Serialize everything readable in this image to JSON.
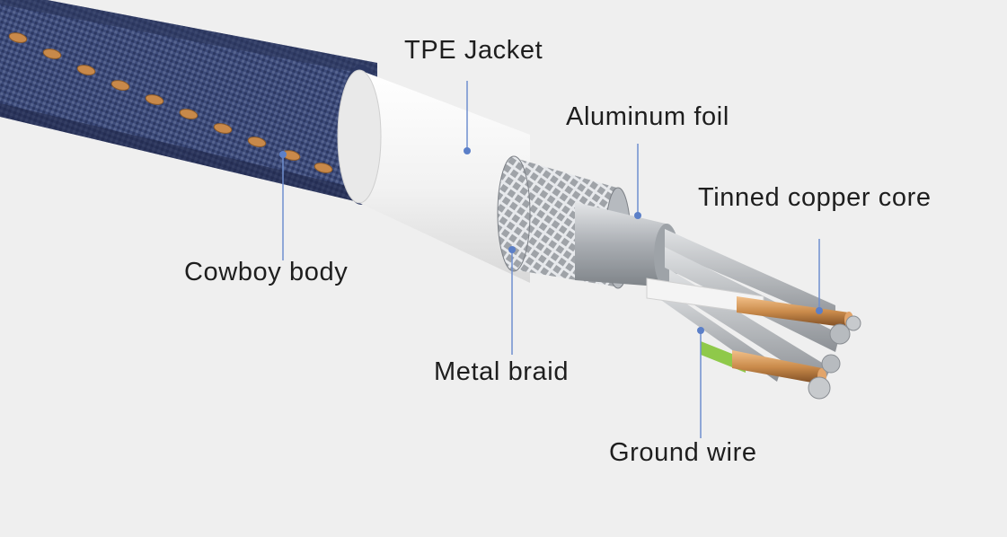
{
  "labels": {
    "tpe_jacket": "TPE Jacket",
    "aluminum_foil": "Aluminum foil",
    "tinned_copper_core": "Tinned copper core",
    "cowboy_body": "Cowboy body",
    "metal_braid": "Metal braid",
    "ground_wire": "Ground wire"
  },
  "colors": {
    "background": "#efefef",
    "denim": "#3b4a78",
    "stitch": "#c8894a",
    "jacket": "#f7f7f7",
    "braid": "#c9ccd0",
    "foil": "#b9bcc0",
    "copper": "#c98a4a",
    "leader_line": "#6f8fcf",
    "label_text": "#1e1e1e"
  }
}
